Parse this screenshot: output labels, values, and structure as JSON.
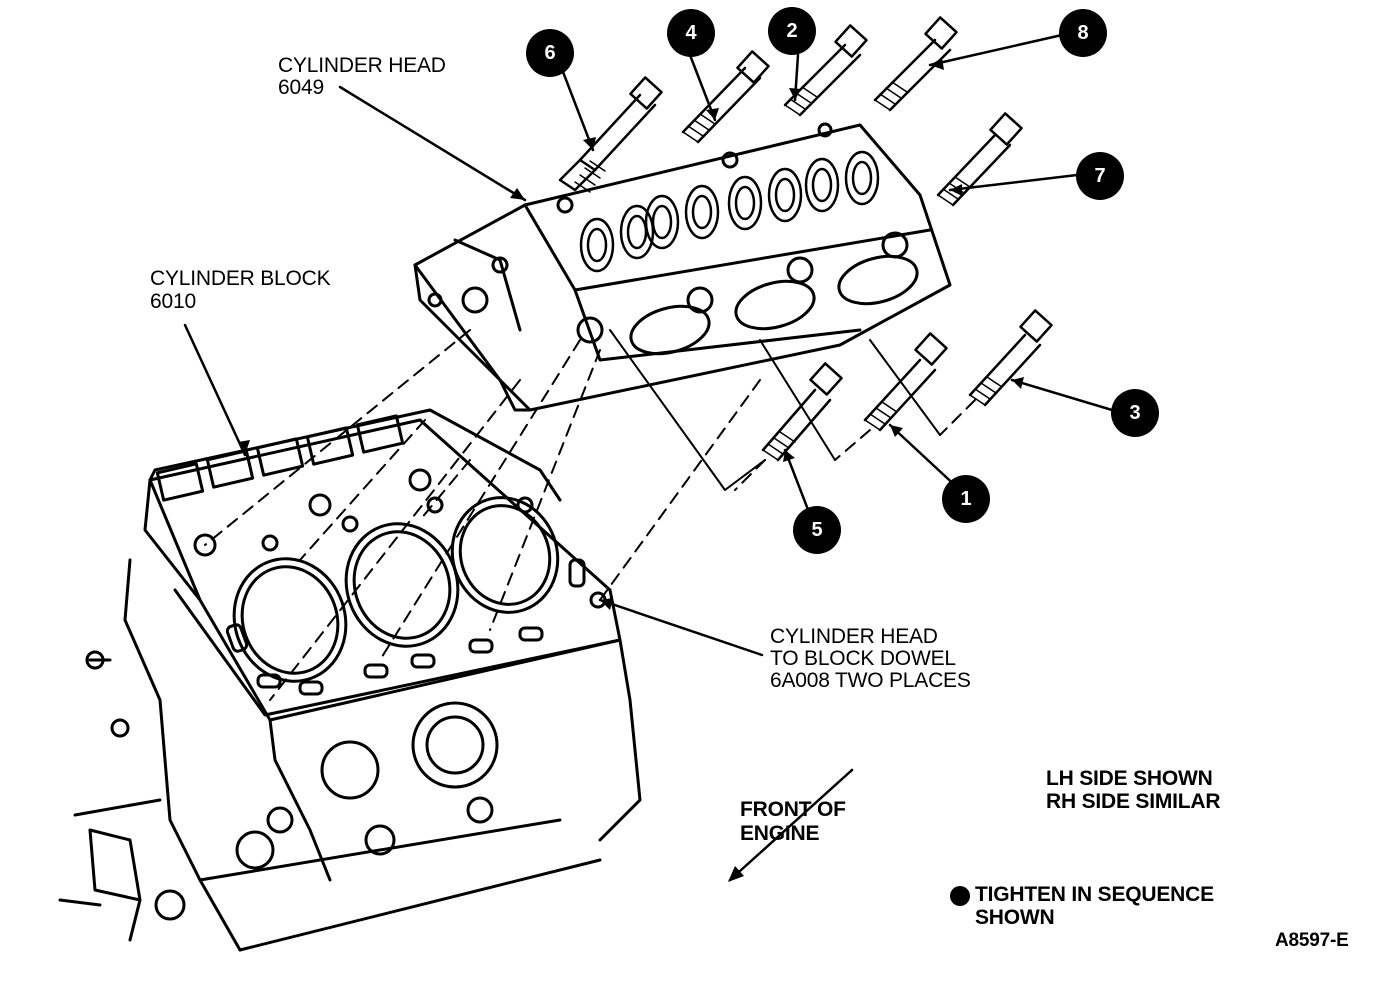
{
  "labels": {
    "cylinder_head": "CYLINDER HEAD",
    "cylinder_head_part": "6049",
    "cylinder_block": "CYLINDER BLOCK",
    "cylinder_block_part": "6010",
    "dowel_line1": "CYLINDER HEAD",
    "dowel_line2": "TO BLOCK DOWEL",
    "dowel_line3": "6A008 TWO PLACES",
    "front_line1": "FRONT OF",
    "front_line2": "ENGINE",
    "side_line1": "LH SIDE SHOWN",
    "side_line2": "RH SIDE SIMILAR",
    "legend_line1": "TIGHTEN IN SEQUENCE",
    "legend_line2": "SHOWN",
    "figure_id": "A8597-E"
  },
  "sequence": [
    "1",
    "2",
    "3",
    "4",
    "5",
    "6",
    "7",
    "8"
  ],
  "colors": {
    "ink": "#000000",
    "paper": "#ffffff"
  },
  "icons": {
    "legend_marker": "filled-circle-icon",
    "front_arrow": "arrow-down-left-icon"
  }
}
